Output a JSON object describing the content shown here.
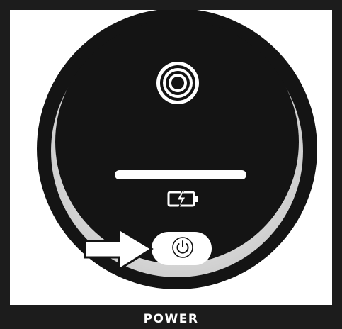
{
  "caption": {
    "label": "POWER"
  },
  "colors": {
    "frame": "#1c1c1c",
    "device_body": "#141414",
    "ring_highlight": "#ffffff",
    "background": "#ffffff"
  },
  "icons": {
    "camera": "camera-lens-icon",
    "light_bar": "indicator-light-bar",
    "battery": "battery-charging-icon",
    "power_button": "power-button",
    "power_symbol": "power-icon",
    "pointer": "arrow-right-icon"
  }
}
